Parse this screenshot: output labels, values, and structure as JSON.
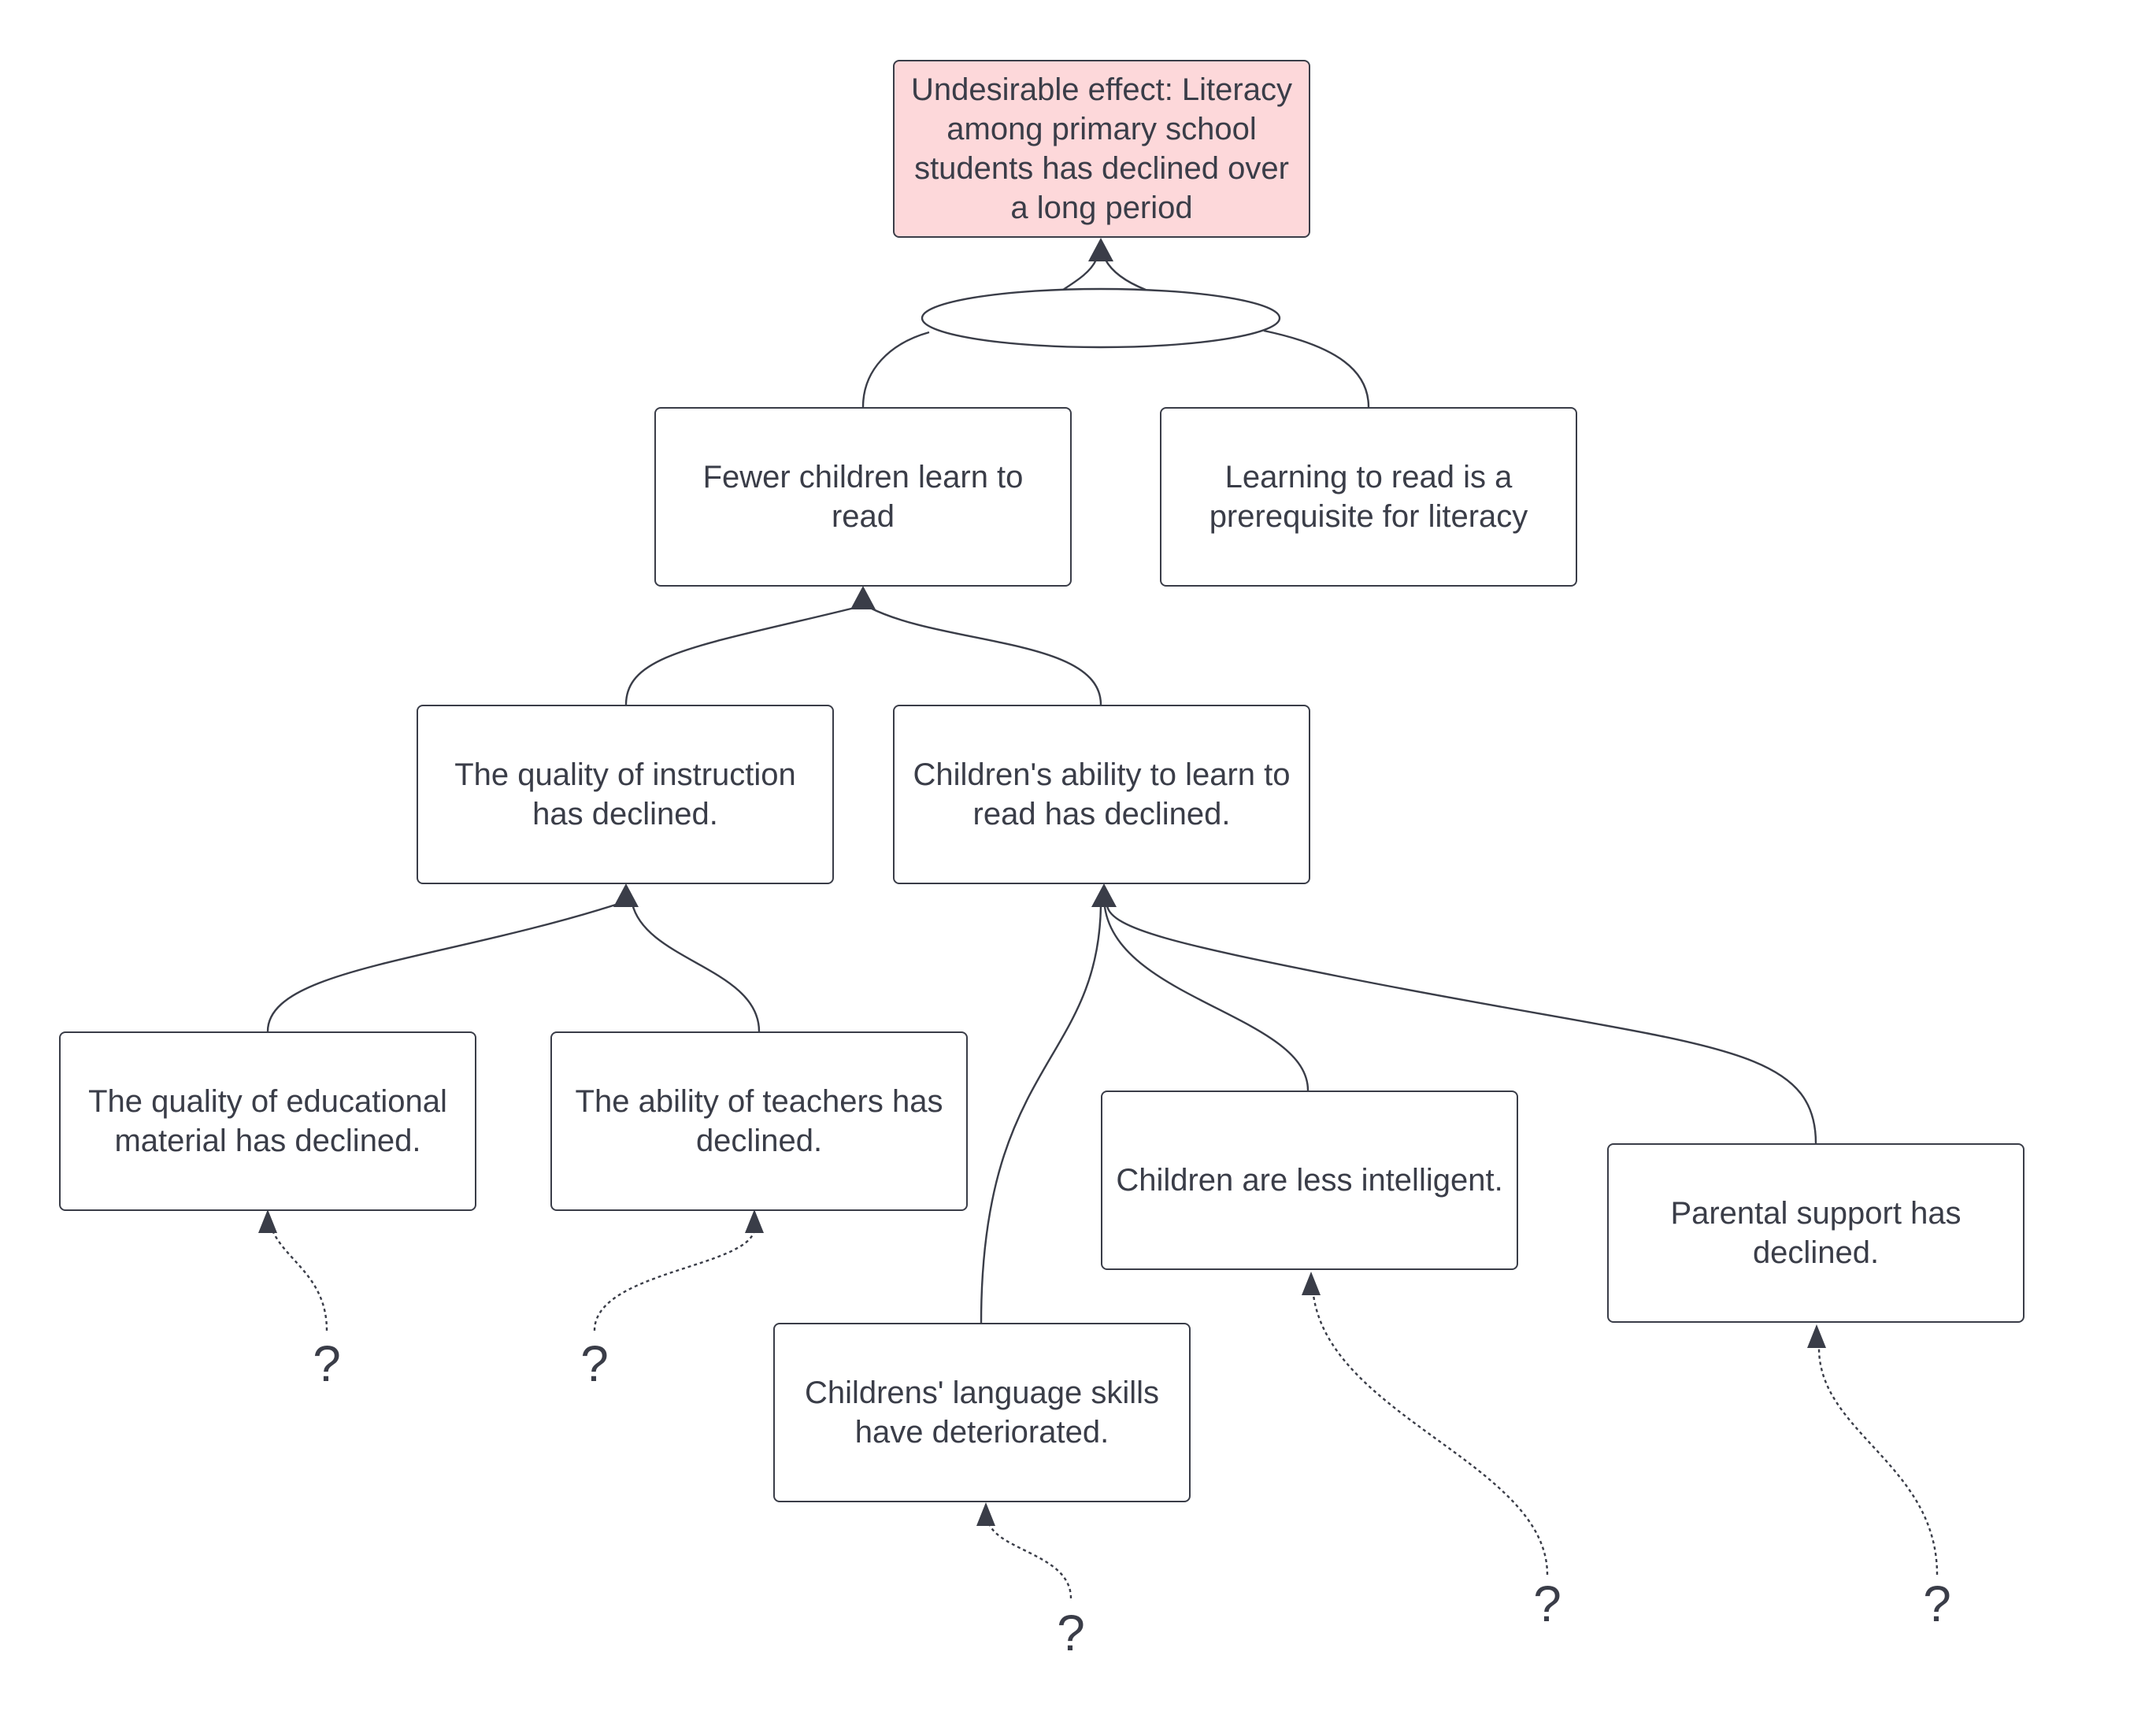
{
  "nodes": {
    "undesirable_effect": "Undesirable effect: Literacy among primary school students has declined over a long period",
    "fewer_children": "Fewer children learn to read",
    "prerequisite": "Learning to read is a prerequisite for literacy",
    "quality_instruction": "The quality of instruction has declined.",
    "ability_children": "Children's ability to learn to read has declined.",
    "educational_material": "The quality of educational material has declined.",
    "ability_teachers": "The ability of teachers has declined.",
    "less_intelligent": "Children are less intelligent.",
    "parental_support": "Parental support has declined.",
    "language_skills": "Childrens' language skills have deteriorated."
  },
  "unknown_cause_label": "?",
  "colors": {
    "line": "#3a3d48",
    "effect_fill": "#fdd8da",
    "node_fill": "#ffffff"
  }
}
